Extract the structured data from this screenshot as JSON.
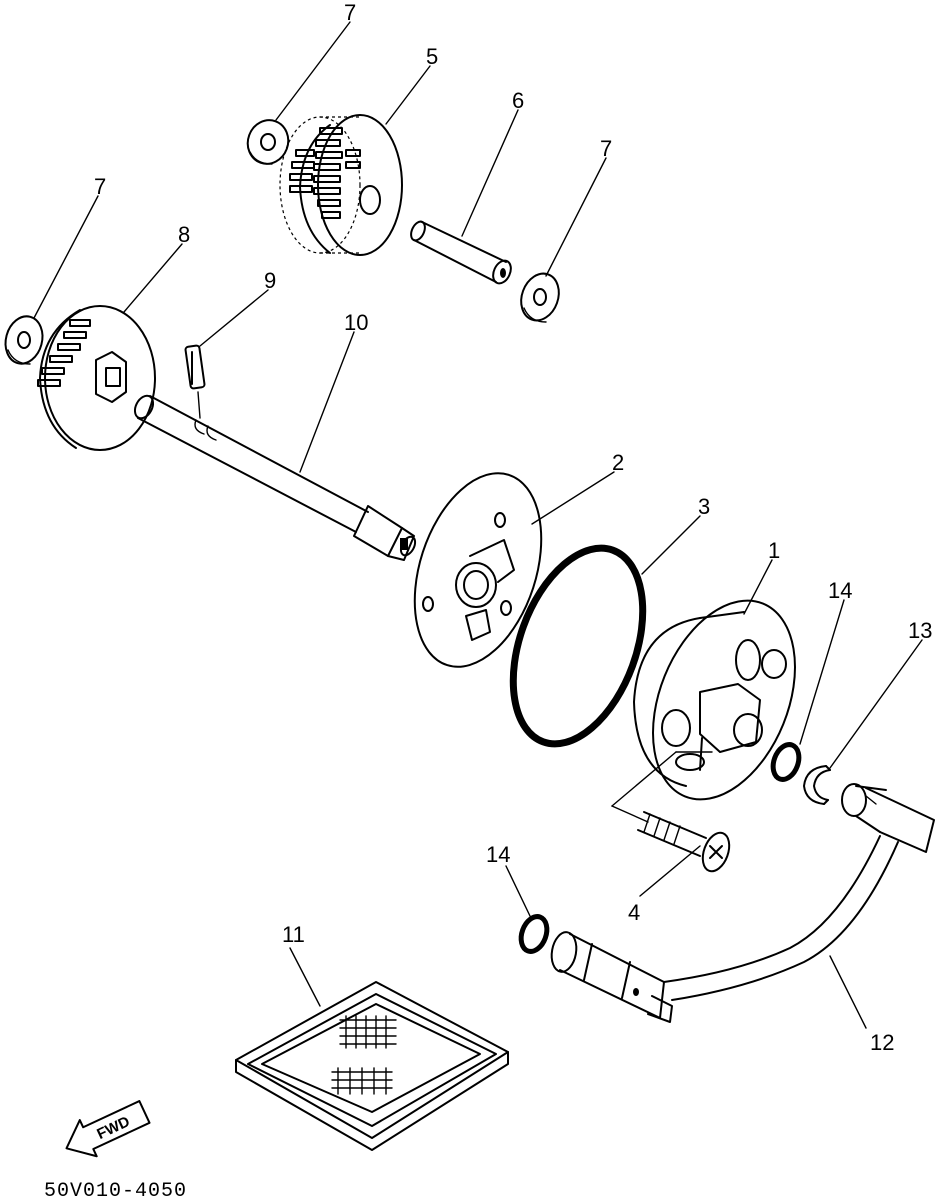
{
  "diagram": {
    "callouts": [
      {
        "id": "c1",
        "text": "1"
      },
      {
        "id": "c2",
        "text": "2"
      },
      {
        "id": "c3",
        "text": "3"
      },
      {
        "id": "c4",
        "text": "4"
      },
      {
        "id": "c5",
        "text": "5"
      },
      {
        "id": "c6",
        "text": "6"
      },
      {
        "id": "c7a",
        "text": "7"
      },
      {
        "id": "c7b",
        "text": "7"
      },
      {
        "id": "c7c",
        "text": "7"
      },
      {
        "id": "c8",
        "text": "8"
      },
      {
        "id": "c9",
        "text": "9"
      },
      {
        "id": "c10",
        "text": "10"
      },
      {
        "id": "c11",
        "text": "11"
      },
      {
        "id": "c12",
        "text": "12"
      },
      {
        "id": "c13",
        "text": "13"
      },
      {
        "id": "c14a",
        "text": "14"
      },
      {
        "id": "c14b",
        "text": "14"
      }
    ],
    "direction_label": "FWD",
    "drawing_code": "50V010-4050"
  }
}
